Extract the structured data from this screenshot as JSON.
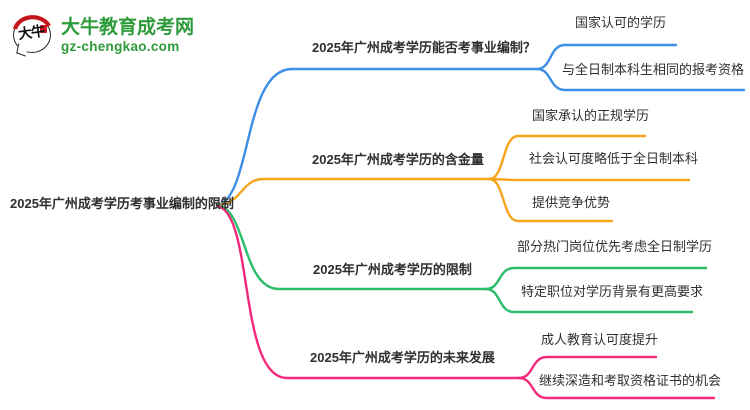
{
  "logo": {
    "icon_text": "大牛",
    "title": "大牛教育成考网",
    "url": "gz-chengkao.com",
    "brand_color": "#2E9B3B",
    "seal_color": "#C5161D",
    "ink_color": "#222222"
  },
  "center": {
    "label": "2025年广州成考学历考事业编制的限制"
  },
  "branches": [
    {
      "label": "2025年广州成考学历能否考事业编制？",
      "color": "#3E8EE6",
      "children": [
        {
          "label": "国家认可的学历"
        },
        {
          "label": "与全日制本科生相同的报考资格"
        }
      ]
    },
    {
      "label": "2025年广州成考学历的含金量",
      "color": "#F5A51D",
      "children": [
        {
          "label": "国家承认的正规学历"
        },
        {
          "label": "社会认可度略低于全日制本科"
        },
        {
          "label": "提供竞争优势"
        }
      ]
    },
    {
      "label": "2025年广州成考学历的限制",
      "color": "#2BBD69",
      "children": [
        {
          "label": "部分热门岗位优先考虑全日制学历"
        },
        {
          "label": "特定职位对学历背景有更高要求"
        }
      ]
    },
    {
      "label": "2025年广州成考学历的未来发展",
      "color": "#F5297C",
      "children": [
        {
          "label": "成人教育认可度提升"
        },
        {
          "label": "继续深造和考取资格证书的机会"
        }
      ]
    }
  ]
}
